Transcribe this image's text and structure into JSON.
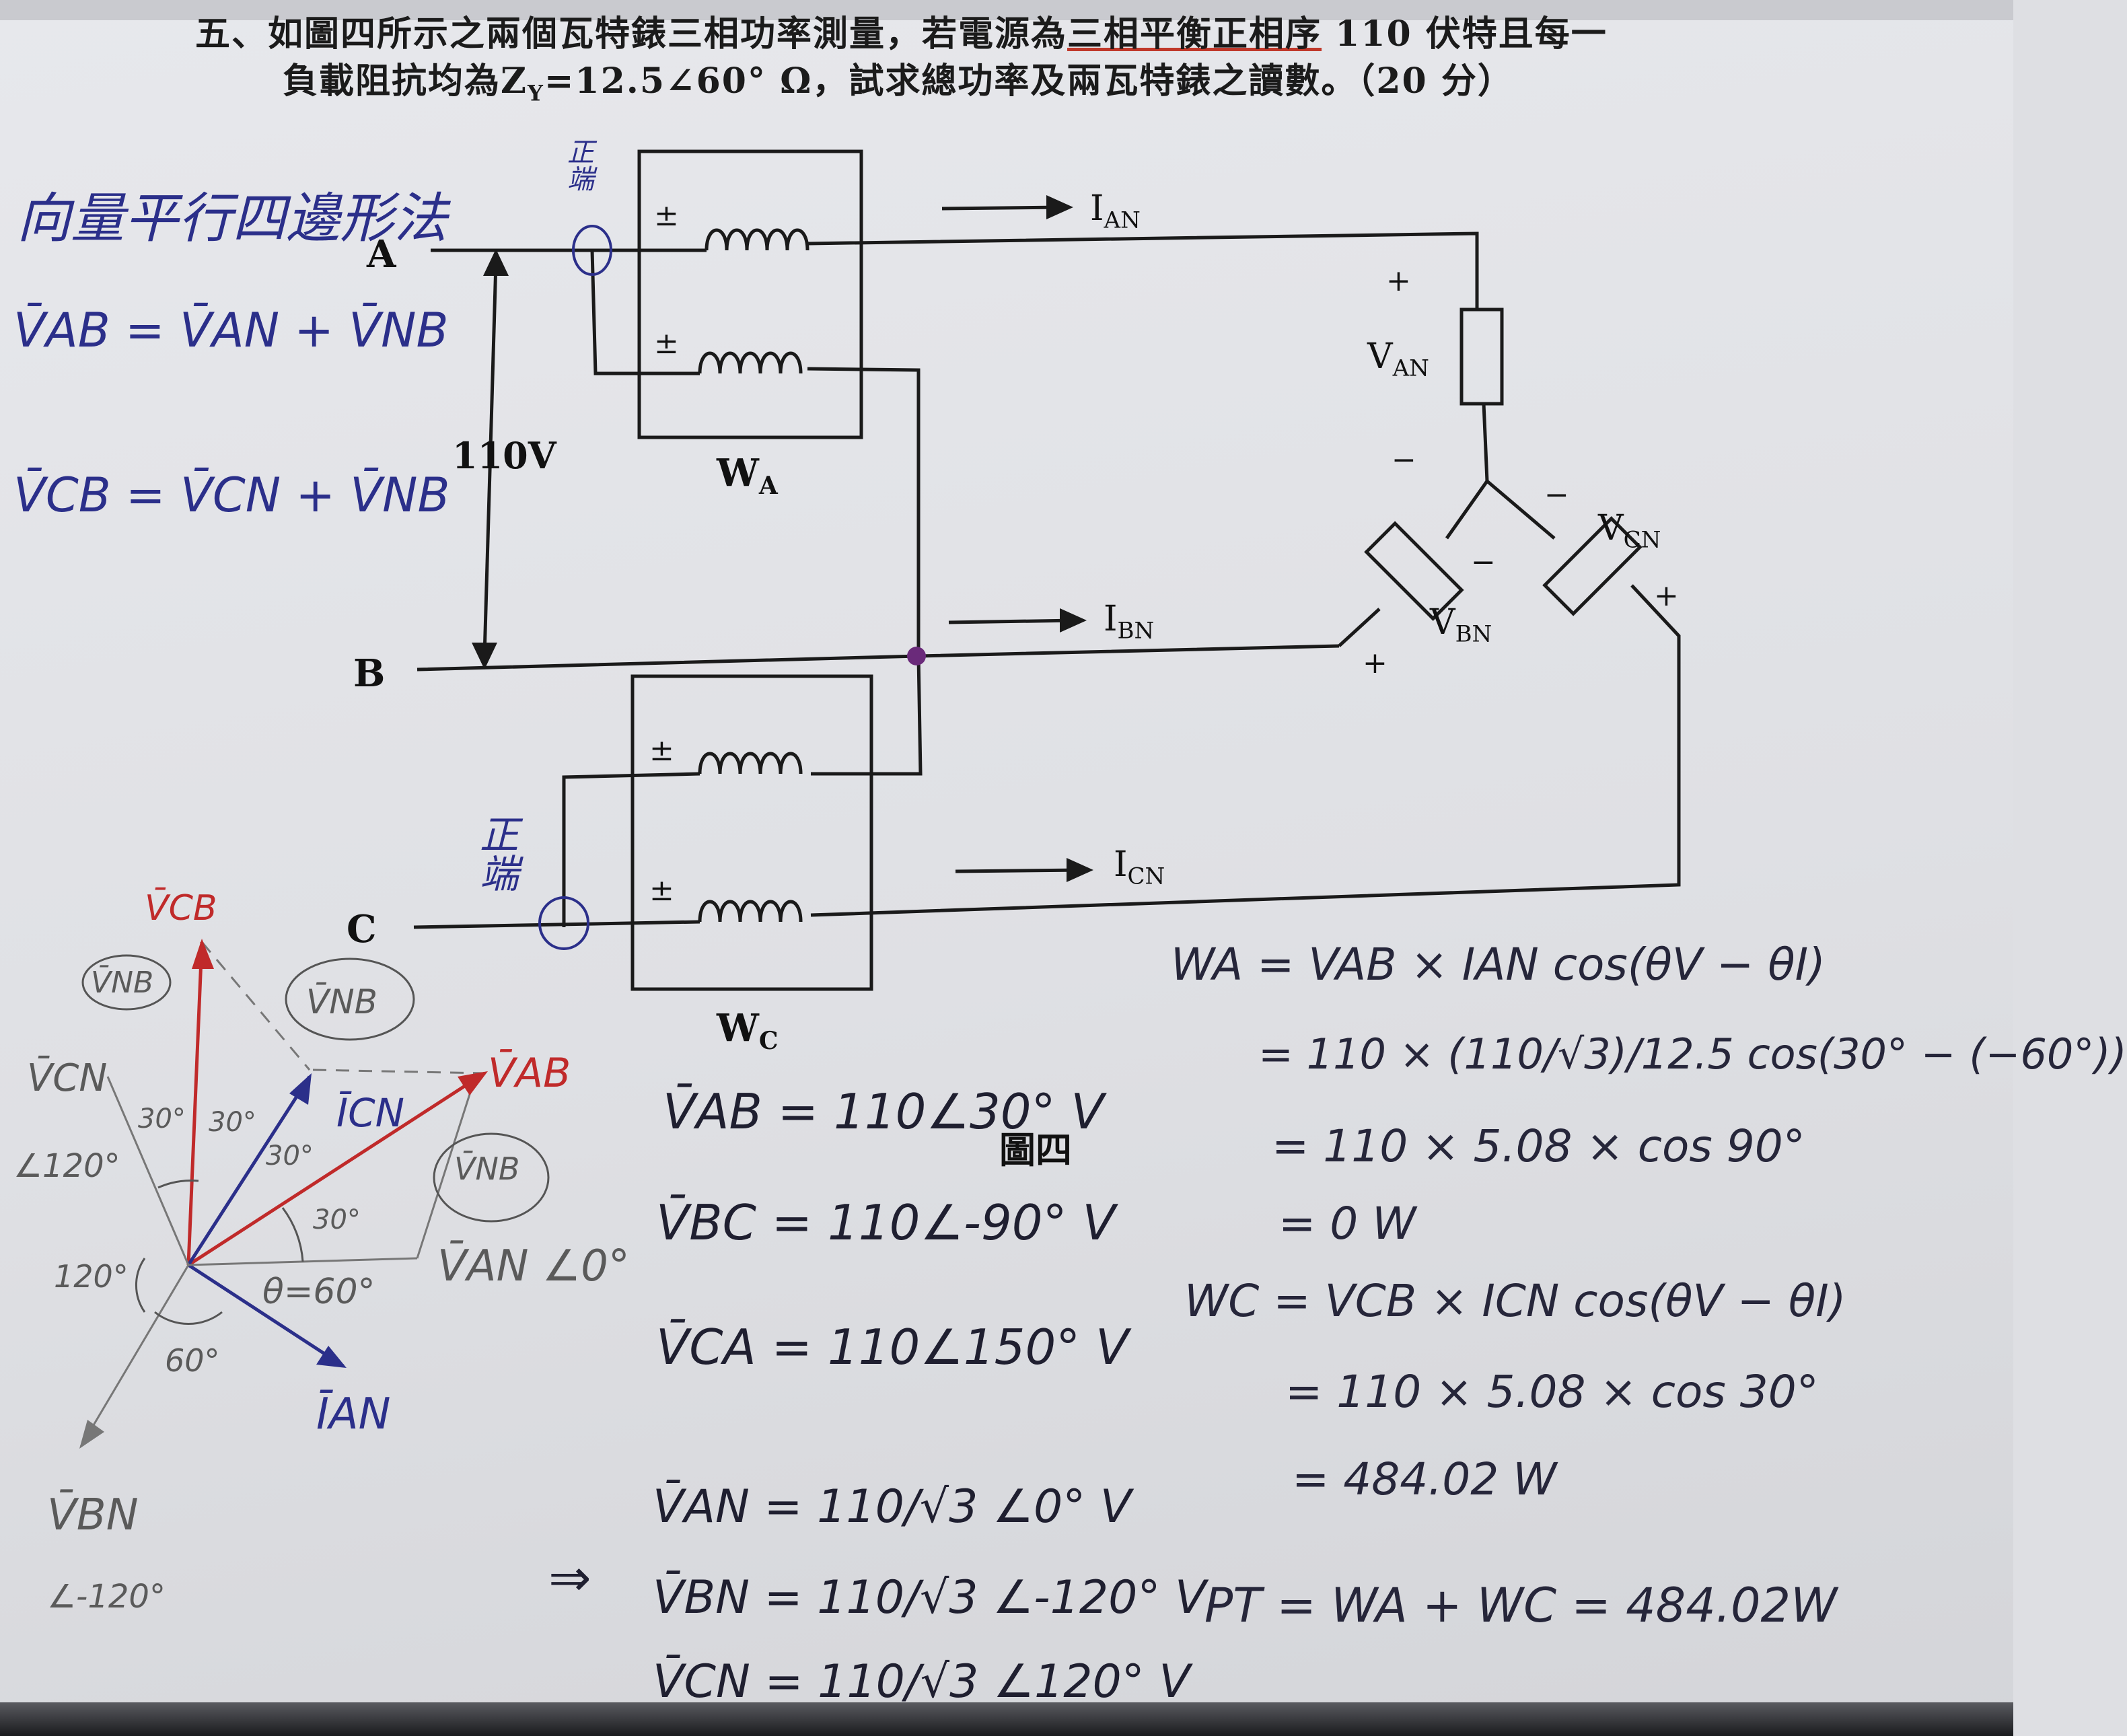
{
  "question": {
    "line1_prefix": "五、如圖四所示之兩個瓦特錶三相功率測量，若電源為",
    "line1_underlined": "三相平衡正相序",
    "line1_suffix": " 110 伏特且每一",
    "line2": "負載阻抗均為Z",
    "line2_sub": "Y",
    "line2_rest": "=12.5∠60° Ω，試求總功率及兩瓦特錶之讀數。（20 分）"
  },
  "circuit": {
    "node_a": "A",
    "node_b": "B",
    "node_c": "C",
    "voltage": "110V",
    "meter_wa": "W",
    "meter_wa_sub": "A",
    "meter_wc": "W",
    "meter_wc_sub": "C",
    "pm": "±",
    "plus": "+",
    "minus": "−",
    "i_an": "I",
    "i_an_sub": "AN",
    "i_bn": "I",
    "i_bn_sub": "BN",
    "i_cn": "I",
    "i_cn_sub": "CN",
    "v_an": "V",
    "v_an_sub": "AN",
    "v_bn": "V",
    "v_bn_sub": "BN",
    "v_cn": "V",
    "v_cn_sub": "CN",
    "figure_label": "圖四"
  },
  "notes": {
    "method": "向量平行四邊形法",
    "vab_eq": "V̄AB = V̄AN + V̄NB",
    "vcb_eq": "V̄CB = V̄CN + V̄NB",
    "positive_terminal_1": "正端",
    "positive_terminal_2": "正端"
  },
  "phasor": {
    "vcb": "V̄CB",
    "vnb_1": "V̄NB",
    "vnb_2": "V̄NB",
    "vnb_3": "V̄NB",
    "vcn": "V̄CN",
    "vab": "V̄AB",
    "icn": "ĪCN",
    "ian": "ĪAN",
    "van": "V̄AN ∠0°",
    "vbn": "V̄BN",
    "vbn_angle": "∠-120°",
    "vcn_angle": "∠120°",
    "a30_1": "30°",
    "a30_2": "30°",
    "a30_3": "30°",
    "a30_4": "30°",
    "a120": "120°",
    "theta": "θ=60°",
    "a60": "60°"
  },
  "work_middle": {
    "vab": "V̄AB = 110∠30° V",
    "vbc": "V̄BC = 110∠-90° V",
    "vca": "V̄CA = 110∠150° V",
    "arrow": "⇒",
    "van": "V̄AN = 110/√3 ∠0° V",
    "vbn": "V̄BN = 110/√3 ∠-120° V",
    "vcn": "V̄CN = 110/√3 ∠120° V"
  },
  "work_right": {
    "wa1": "WA = VAB × IAN cos(θV − θI)",
    "wa2": "= 110 × (110/√3)/12.5 cos(30° − (−60°))",
    "wa3": "= 110 × 5.08 × cos 90°",
    "wa4": "= 0 W",
    "wc1": "WC = VCB × ICN cos(θV − θI)",
    "wc2": "= 110 × 5.08 × cos 30°",
    "wc3": "= 484.02 W",
    "pt": "PT = WA + WC = 484.02W"
  }
}
